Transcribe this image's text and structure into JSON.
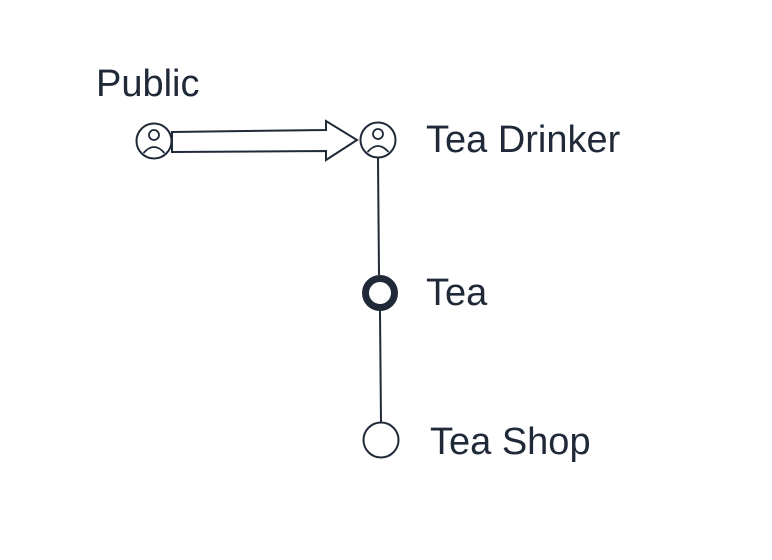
{
  "diagram": {
    "nodes": [
      {
        "id": "public",
        "label": "Public",
        "kind": "actor",
        "icon": "user-circle-icon"
      },
      {
        "id": "tea_drinker",
        "label": "Tea Drinker",
        "kind": "actor",
        "icon": "user-circle-icon"
      },
      {
        "id": "tea",
        "label": "Tea",
        "kind": "entity",
        "icon": "bold-ring-icon"
      },
      {
        "id": "tea_shop",
        "label": "Tea Shop",
        "kind": "entity",
        "icon": "ring-icon"
      }
    ],
    "edges": [
      {
        "from": "public",
        "to": "tea_drinker",
        "style": "hollow-arrow"
      },
      {
        "from": "tea_drinker",
        "to": "tea",
        "style": "line"
      },
      {
        "from": "tea",
        "to": "tea_shop",
        "style": "line"
      }
    ],
    "colors": {
      "stroke": "#1f2937",
      "text": "#1f2937",
      "background": "#ffffff"
    }
  }
}
